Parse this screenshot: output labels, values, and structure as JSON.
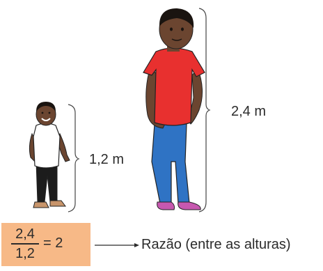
{
  "tall_person": {
    "height_label": "2,4 m"
  },
  "short_person": {
    "height_label": "1,2 m"
  },
  "ratio": {
    "numerator": "2,4",
    "denominator": "1,2",
    "equals": "= 2",
    "caption": "Razão (entre as alturas)"
  },
  "colors": {
    "box": "#f7b987",
    "shirt_tall": "#e8302f",
    "pants_tall": "#2f73c4",
    "shoes_tall": "#c758b0",
    "shirt_short": "#ffffff",
    "pants_short": "#1c1c1c",
    "skin": "#6b4530",
    "hair": "#1a1410"
  }
}
